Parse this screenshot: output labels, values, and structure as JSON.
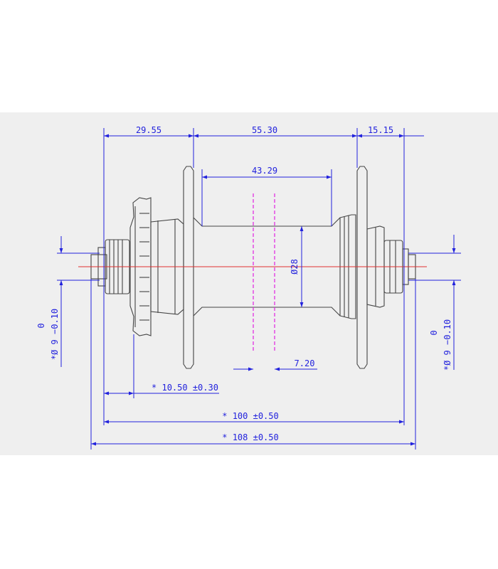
{
  "colors": {
    "page_background": "#ffffff",
    "sheet_background": "#efefef",
    "dimension_lines": "#2222dd",
    "part_outline": "#444444",
    "centerline": "#e03030",
    "flange_reference": "#e020e0"
  },
  "dimensions": {
    "left_flange_offset": "29.55",
    "flange_spacing": "55.30",
    "right_flange_offset": "15.15",
    "shell_length": "43.29",
    "shell_diameter": "Ø28",
    "flange_width": "7.20",
    "rotor_mount_offset": "* 10.50 ±0.30",
    "over_locknut_width": "* 100 ±0.50",
    "overall_axle_length": "* 108 ±0.50",
    "left_axle_diameter_label": "*Ø 9 −0.10",
    "left_axle_diameter_upper": "0",
    "right_axle_diameter_label": "*Ø 9 −0.10",
    "right_axle_diameter_upper": "0"
  }
}
